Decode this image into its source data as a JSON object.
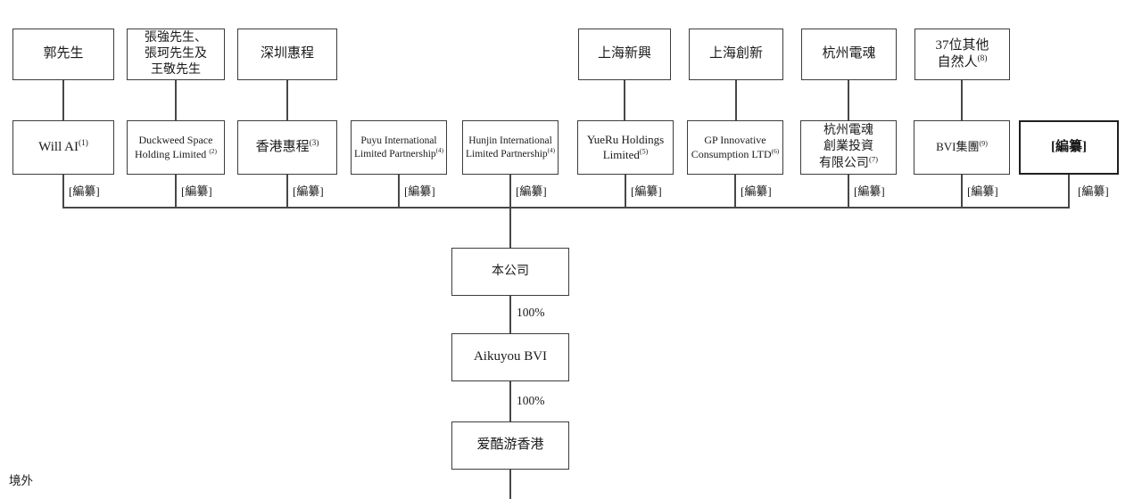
{
  "region_label": "境外",
  "redaction": "[編纂]",
  "row1": [
    {
      "name": "郭先生",
      "note": ""
    },
    {
      "name": "張強先生、\n張珂先生及\n王敬先生",
      "note": ""
    },
    {
      "name": "深圳惠程",
      "note": ""
    },
    {
      "name": "上海新興",
      "note": ""
    },
    {
      "name": "上海創新",
      "note": ""
    },
    {
      "name": "杭州電魂",
      "note": ""
    },
    {
      "name": "37位其他\n自然人",
      "note": "(8)"
    }
  ],
  "row2": [
    {
      "name": "Will AI",
      "note": "(1)"
    },
    {
      "name": "Duckweed Space\nHolding Limited ",
      "note": "(2)"
    },
    {
      "name": "香港惠程",
      "note": "(3)"
    },
    {
      "name": "Puyu International\nLimited Partnership",
      "note": "(4)"
    },
    {
      "name": "Hunjin International\nLimited Partnership",
      "note": "(4)"
    },
    {
      "name": "YueRu Holdings\nLimited",
      "note": "(5)"
    },
    {
      "name": "GP Innovative\nConsumption LTD",
      "note": "(6)"
    },
    {
      "name": "杭州電魂\n創業投資\n有限公司",
      "note": "(7)"
    },
    {
      "name": "BVI集團",
      "note": "(9)"
    },
    {
      "name": "[編纂]",
      "note": ""
    }
  ],
  "chain": [
    {
      "name": "本公司"
    },
    {
      "name": "Aikuyou BVI"
    },
    {
      "name": "爱酷游香港"
    }
  ],
  "ownership": [
    "100%",
    "100%"
  ]
}
